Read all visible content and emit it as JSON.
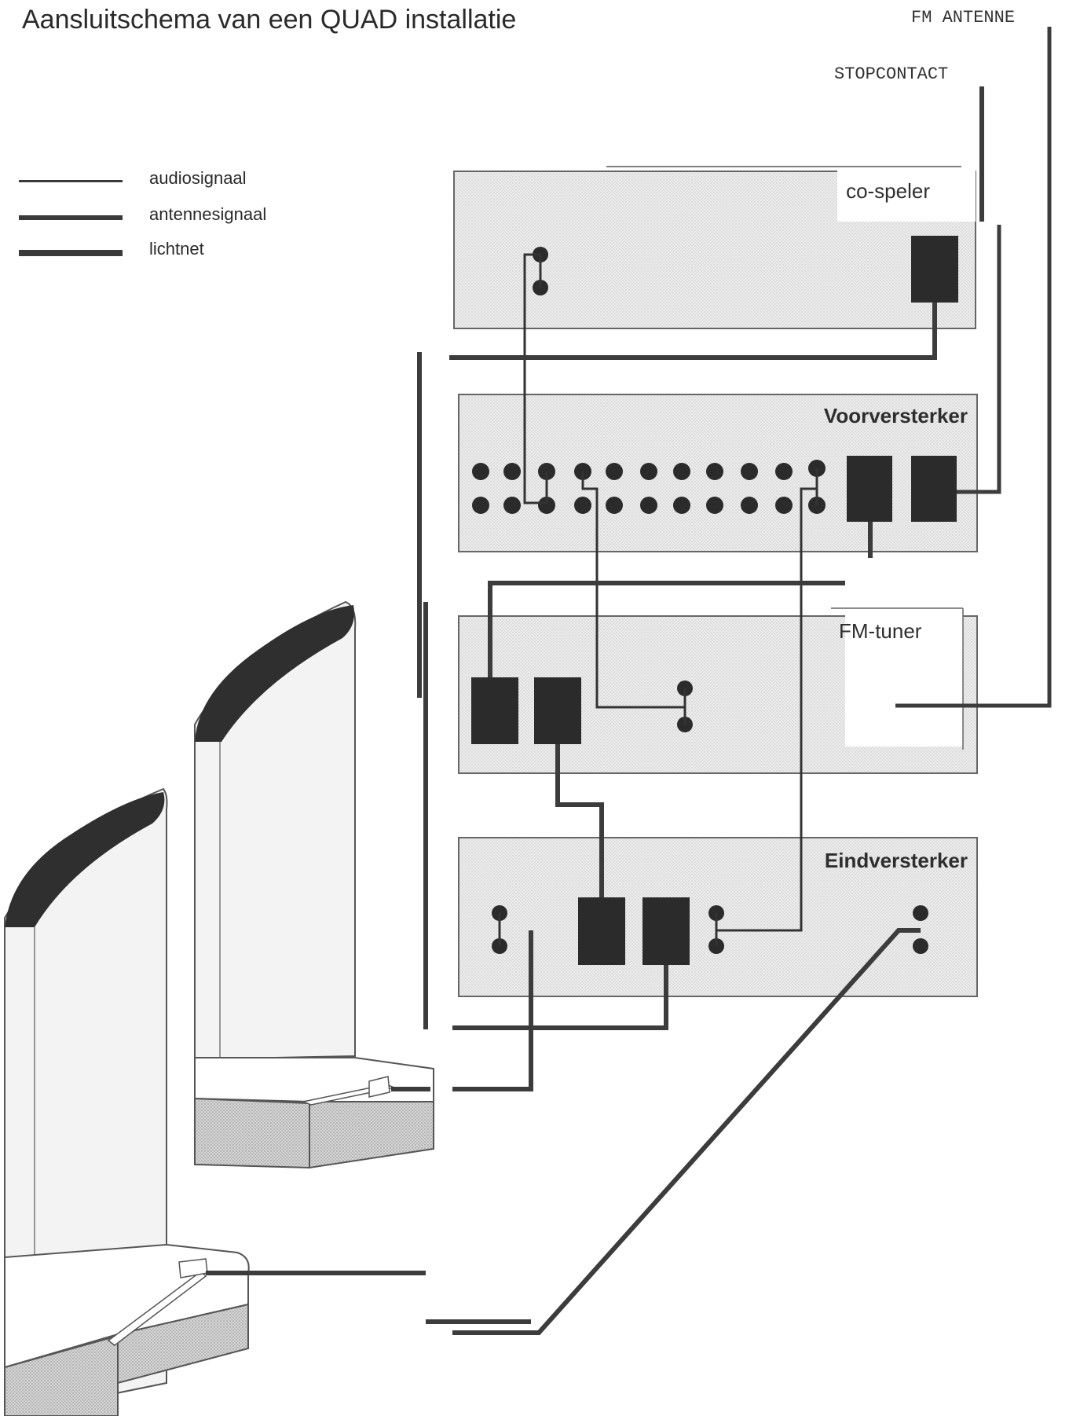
{
  "title": "Aansluitschema  van een QUAD installatie",
  "external": {
    "fm_antenna": "FM ANTENNE",
    "power_outlet": "STOPCONTACT"
  },
  "legend": [
    {
      "key": "audio",
      "label": "audiosignaal"
    },
    {
      "key": "antenna",
      "label": "antennesignaal"
    },
    {
      "key": "mains",
      "label": "lichtnet"
    }
  ],
  "units": {
    "cd_player": "co-speler",
    "preamplifier": "Voorversterker",
    "tuner": "FM-tuner",
    "power_amplifier": "Eindversterker"
  },
  "colors": {
    "panel": "#e6e6e6",
    "panel_border": "#555555",
    "connector": "#2b2b2b",
    "cable": "#3c3c3c",
    "speaker_top": "#2f2f2f",
    "speaker_body": "#f0f0f0"
  }
}
